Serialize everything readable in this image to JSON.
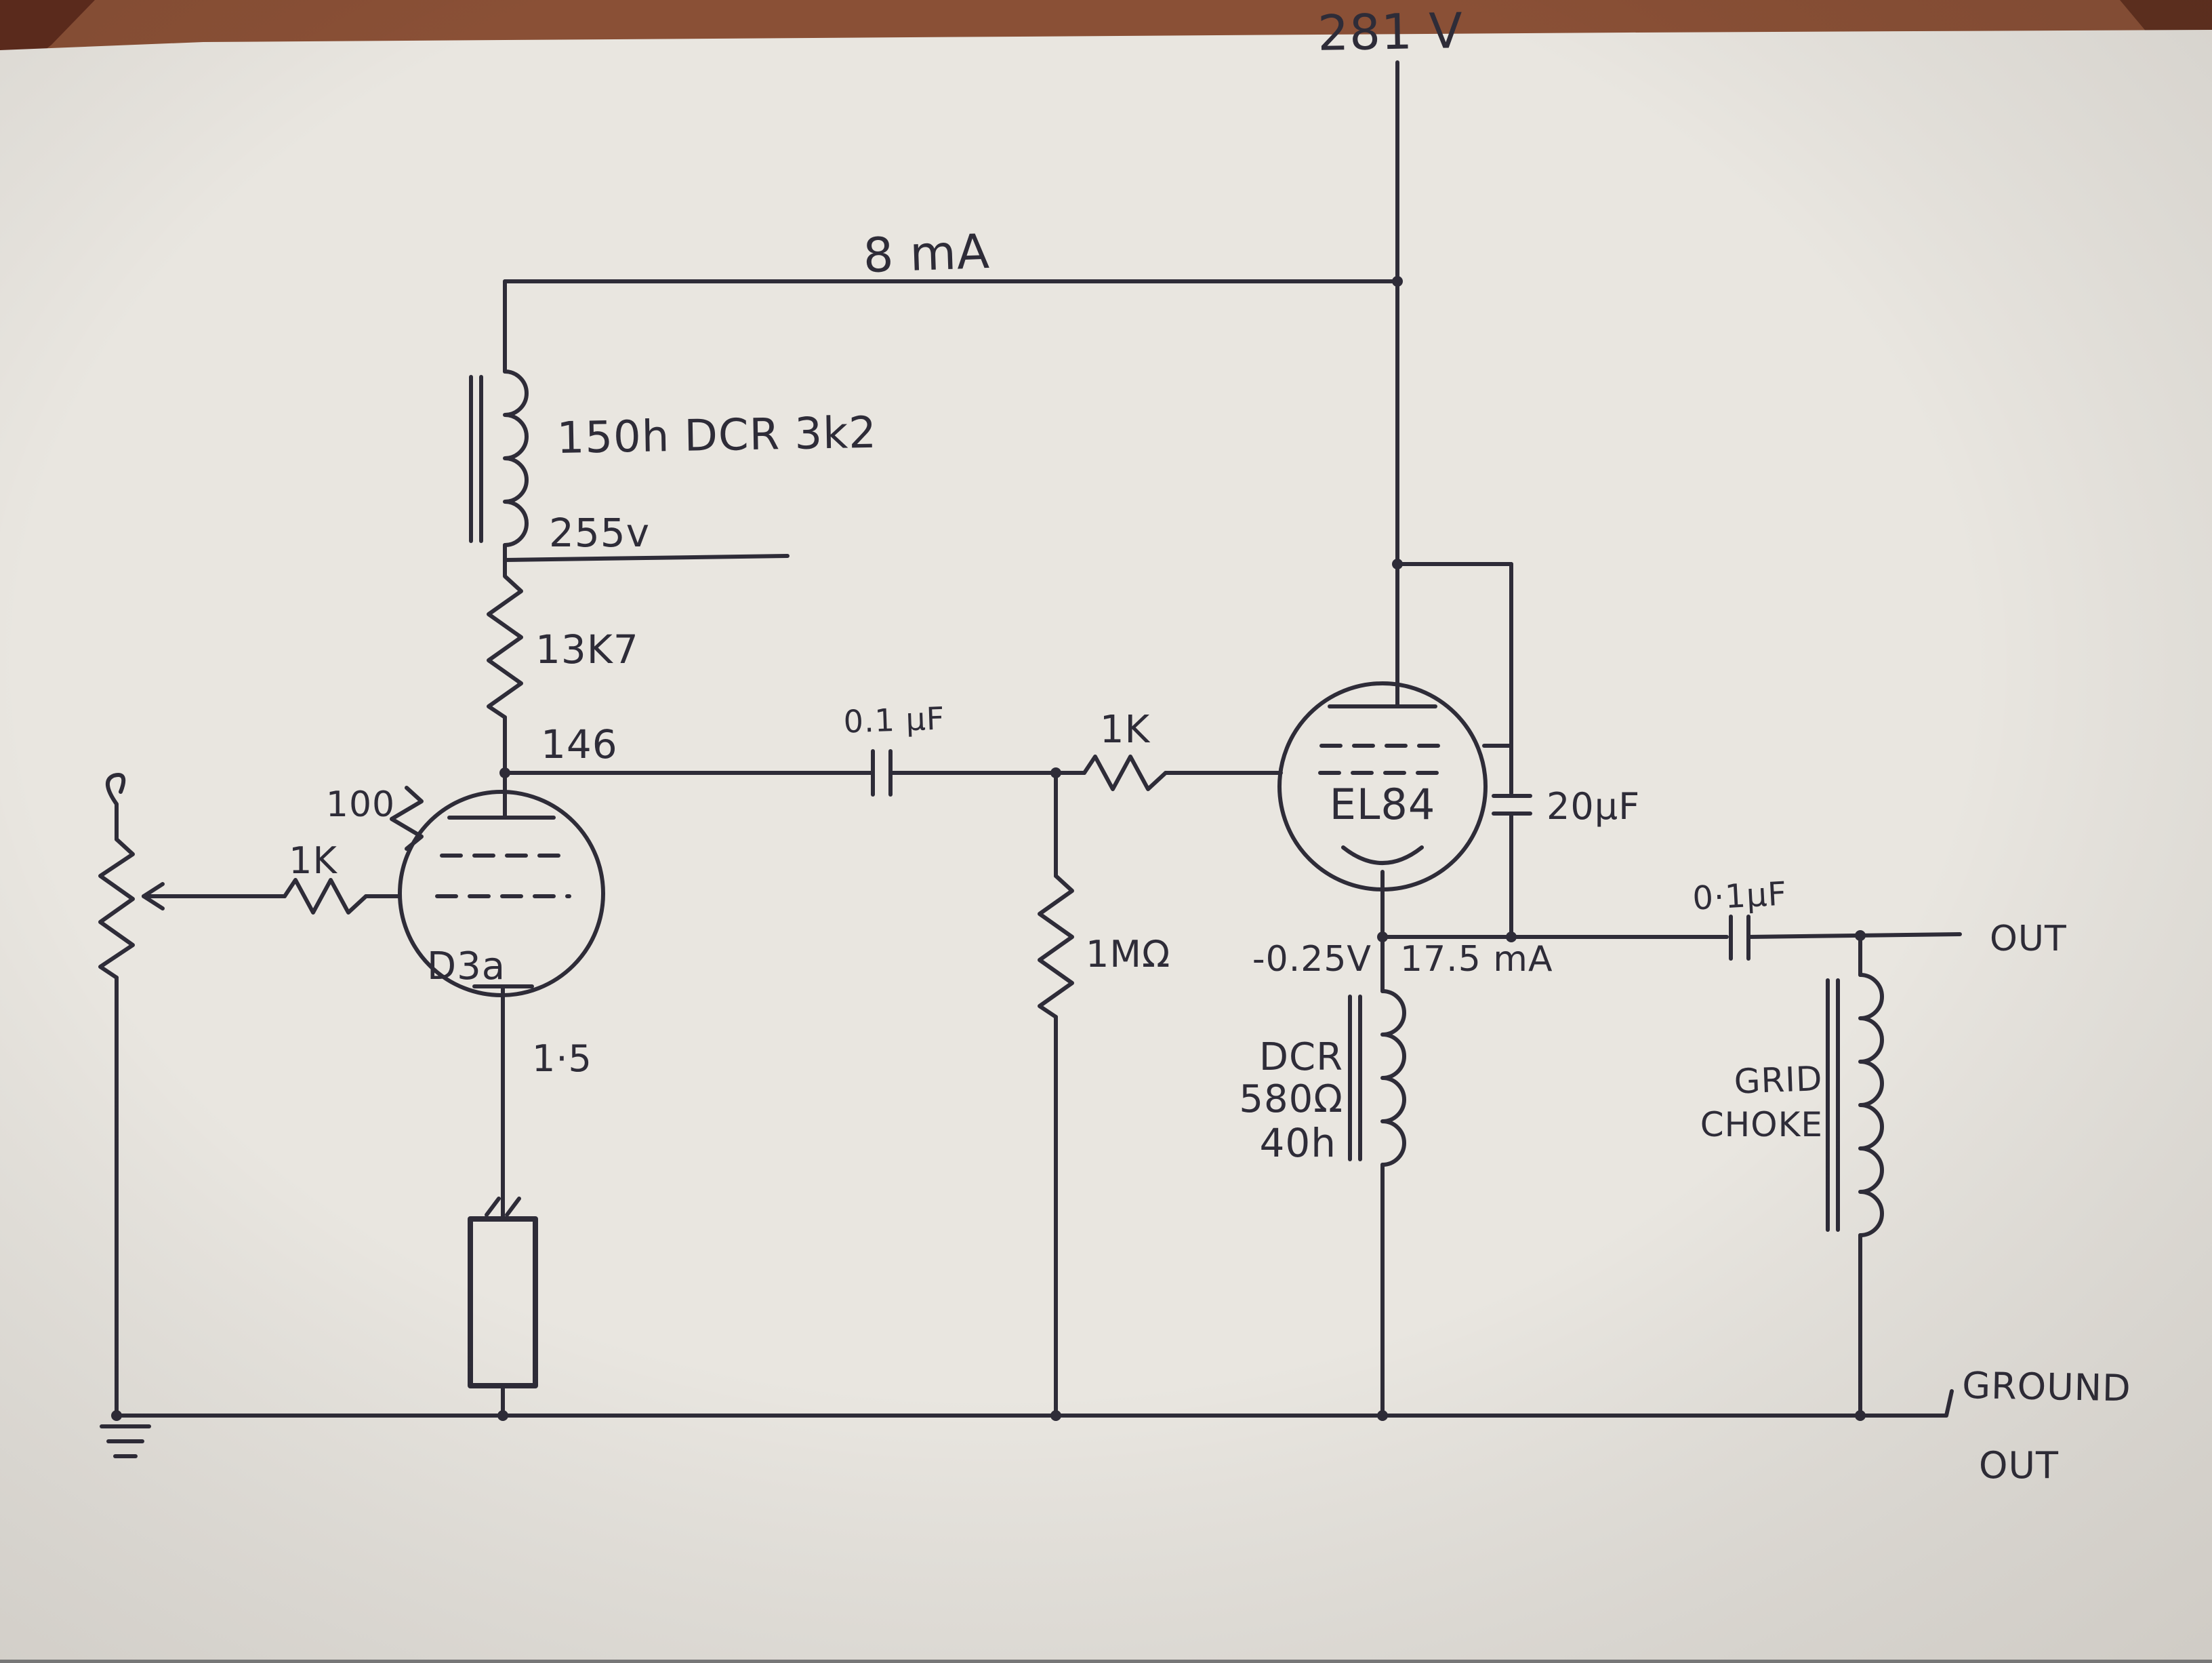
{
  "document_type": "hand-drawn tube amplifier schematic",
  "labels": {
    "supply_voltage": "281 V",
    "rail_current": "8 mA",
    "plate_choke": "150h DCR 3k2",
    "choke_node_voltage": "255v",
    "plate_resistor": "13K7",
    "driver_plate_voltage": "146",
    "coupling_cap": "0.1 µF",
    "grid_stopper": "1K",
    "input_resistor": "1K",
    "pot_resistor": "100",
    "driver_tube": "D3a",
    "driver_cathode_voltage": "1·5",
    "grid_leak": "1MΩ",
    "output_tube": "EL84",
    "bypass_cap": "20µF",
    "cathode_bias": "-0.25V",
    "cathode_current": "17.5 mA",
    "cathode_choke_line1": "DCR",
    "cathode_choke_line2": "580Ω",
    "cathode_choke_line3": "40h",
    "output_cap": "0·1µF",
    "out": "OUT",
    "grid_choke_line1": "GRID",
    "grid_choke_line2": "CHOKE",
    "ground_line1": "GROUND",
    "ground_line2": "OUT"
  },
  "colors": {
    "ink": "#2e2c38",
    "paper": "#e9e6e0",
    "cork": "#8a5036"
  }
}
